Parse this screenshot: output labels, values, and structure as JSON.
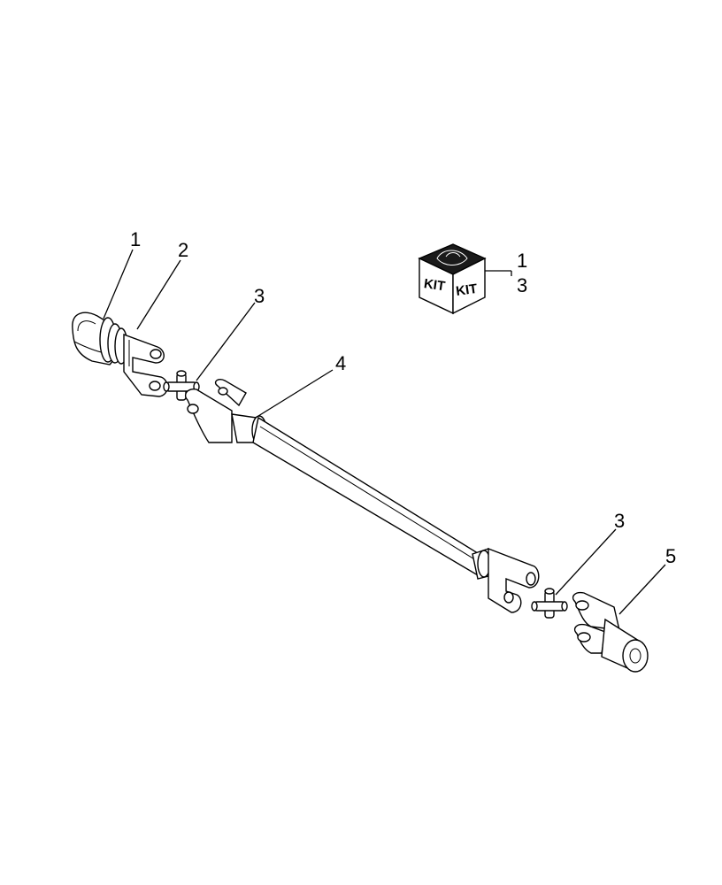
{
  "callouts": {
    "c1": "1",
    "c2": "2",
    "c3a": "3",
    "c4": "4",
    "c3b": "3",
    "c5": "5",
    "kit1": "1",
    "kit3": "3"
  },
  "kit_box": {
    "face_left": "KIT",
    "face_right": "KIT"
  }
}
